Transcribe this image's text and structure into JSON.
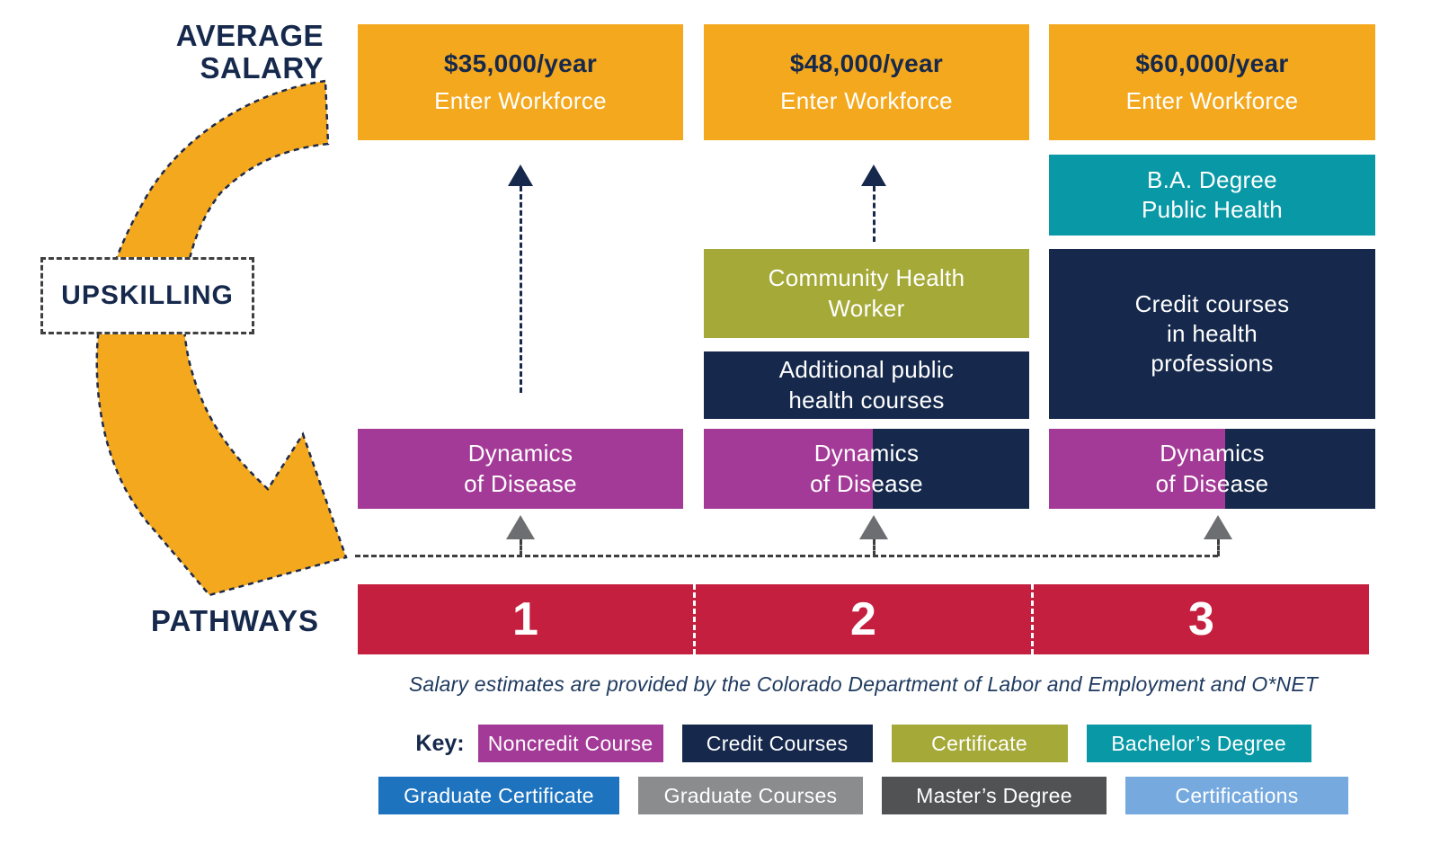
{
  "page": {
    "average_salary_label": "AVERAGE\nSALARY",
    "upskilling_label": "UPSKILLING",
    "pathways_label": "PATHWAYS",
    "footnote": "Salary estimates are provided by the Colorado Department of Labor and Employment and O*NET",
    "key_label": "Key:"
  },
  "columns": [
    {
      "pathway_number": "1",
      "salary": "$35,000/year",
      "enter_workforce": "Enter Workforce",
      "dynamics": "Dynamics\nof Disease"
    },
    {
      "pathway_number": "2",
      "salary": "$48,000/year",
      "enter_workforce": "Enter Workforce",
      "certificate_box": "Community Health\nWorker",
      "credit_box": "Additional public\nhealth courses",
      "dynamics": "Dynamics\nof Disease"
    },
    {
      "pathway_number": "3",
      "salary": "$60,000/year",
      "enter_workforce": "Enter Workforce",
      "ba_box": "B.A. Degree\nPublic Health",
      "credit_box": "Credit courses\nin health\nprofessions",
      "dynamics": "Dynamics\nof Disease"
    }
  ],
  "key": {
    "row1": [
      {
        "label": "Noncredit Course",
        "color": "#A43A97"
      },
      {
        "label": "Credit Courses",
        "color": "#16294C"
      },
      {
        "label": "Certificate",
        "color": "#A5A938"
      },
      {
        "label": "Bachelor’s Degree",
        "color": "#0999A6"
      }
    ],
    "row2": [
      {
        "label": "Graduate Certificate",
        "color": "#1E73BE"
      },
      {
        "label": "Graduate Courses",
        "color": "#8A8C8E"
      },
      {
        "label": "Master’s Degree",
        "color": "#515254"
      },
      {
        "label": "Certifications",
        "color": "#76AADF"
      }
    ]
  },
  "colors": {
    "orange": "#F4A81D",
    "navy": "#16294C",
    "purple": "#A43A97",
    "teal": "#0999A6",
    "olive": "#A5A938",
    "red": "#C51F3F",
    "arrow_gray": "#6D6E71"
  }
}
